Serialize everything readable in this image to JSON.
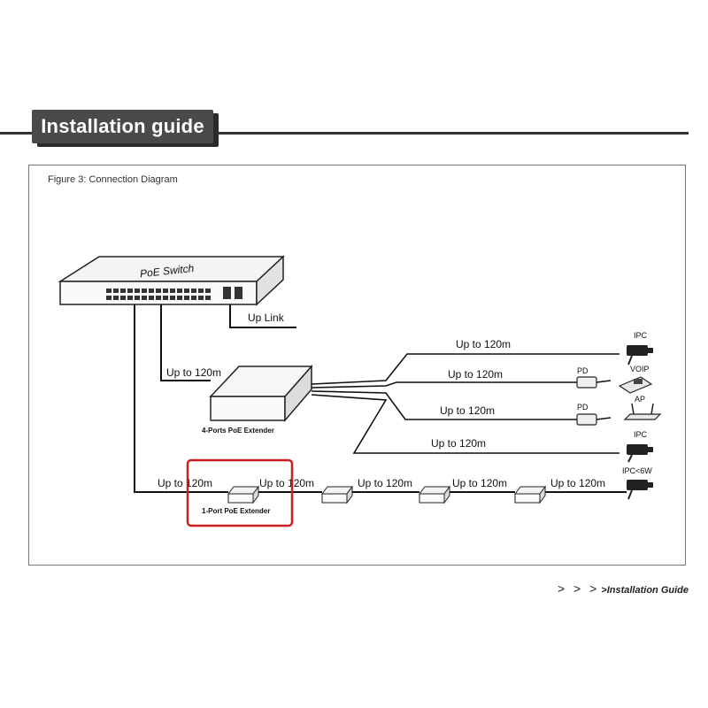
{
  "header": {
    "title": "Installation guide"
  },
  "figure": {
    "caption": "Figure 3: Connection Diagram"
  },
  "diagram": {
    "switch_label": "PoE Switch",
    "uplink_label": "Up Link",
    "extender4_label": "4-Ports PoE Extender",
    "extender1_label": "1-Port PoE Extender",
    "distance": "Up to 120m",
    "devices": {
      "ipc": "IPC",
      "voip": "VOIP",
      "ap": "AP",
      "pd": "PD",
      "ipc6w": "IPC<6W"
    }
  },
  "footer": {
    "arrows": "> > >",
    "text": ">Installation Guide"
  },
  "colors": {
    "highlight": "#cc1f1f",
    "tab": "#4a4a4a",
    "line": "#111111"
  }
}
